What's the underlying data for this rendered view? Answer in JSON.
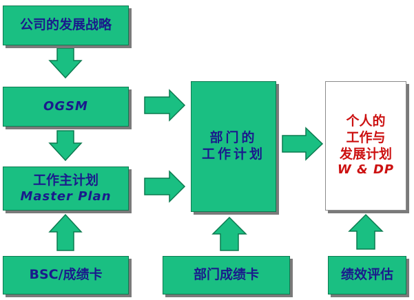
{
  "nodes": {
    "strategy": {
      "text": "公司的发展战略"
    },
    "ogsm": {
      "text": "OGSM"
    },
    "master_plan": {
      "line1": "工作主计划",
      "line2": "Master Plan"
    },
    "bsc": {
      "text": "BSC/成绩卡"
    },
    "dept_plan": {
      "line1": "部门的",
      "line2": "工作计划"
    },
    "dept_scorecard": {
      "text": "部门成绩卡"
    },
    "personal_plan": {
      "line1": "个人的",
      "line2": "工作与",
      "line3": "发展计划",
      "line4": "W & DP"
    },
    "performance_eval": {
      "text": "绩效评估"
    }
  },
  "colors": {
    "box_fill": "#1abf82",
    "box_border": "#0b7a4f",
    "text_blue": "#1a1a8c",
    "text_red": "#cc1111",
    "shadow": "#7a7a7a"
  }
}
